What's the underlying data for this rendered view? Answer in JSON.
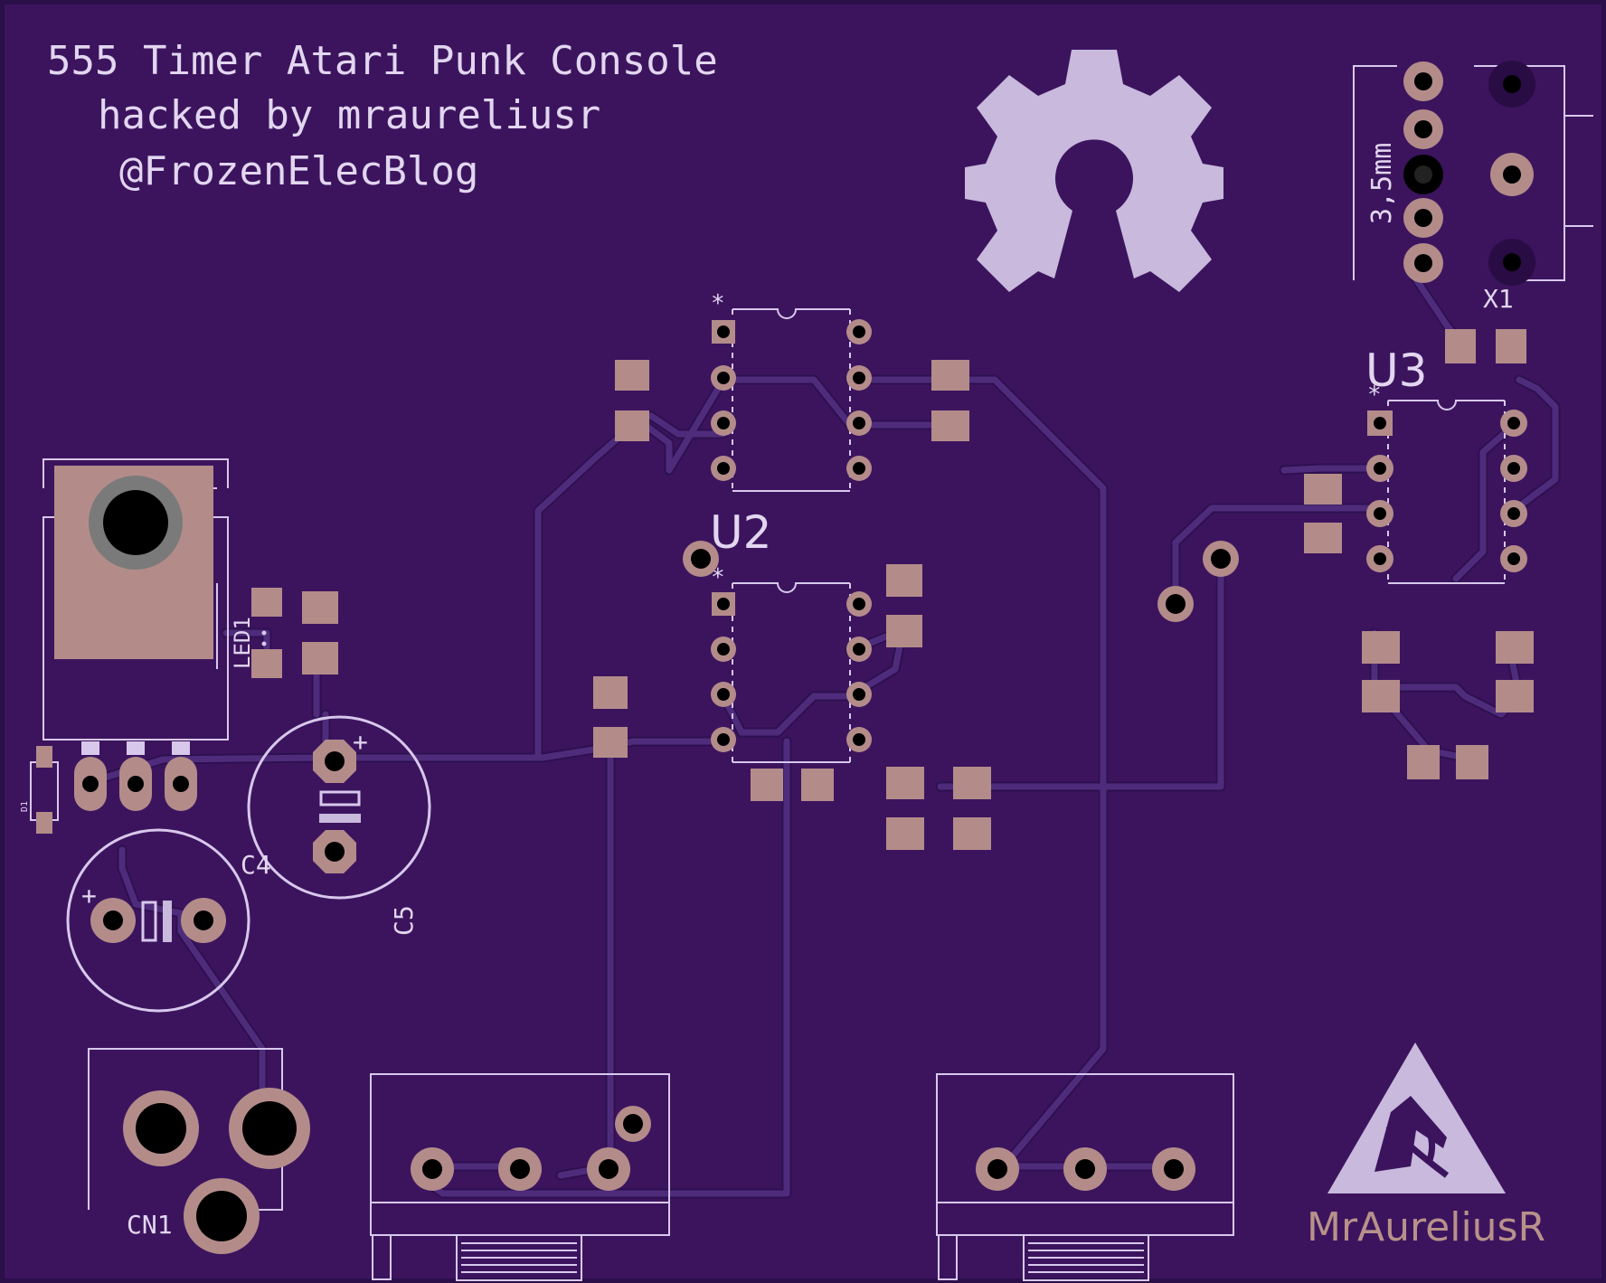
{
  "board": {
    "title_line1": "555 Timer Atari Punk Console",
    "title_line2": "hacked by mraureliusr",
    "title_line3": "@FrozenElecBlog",
    "signature": "MrAureliusR",
    "colors": {
      "soldermask": "#3c145e",
      "silkscreen": "#d8c8ec",
      "copper_pad": "#b38c8a",
      "trace": "#4f2c7b"
    }
  },
  "refs": {
    "u2": "U2",
    "u3": "U3",
    "x1": "X1",
    "jack_size": "3,5mm",
    "c4": "C4",
    "c5": "C5",
    "cn1": "CN1",
    "led1": "LED1",
    "d1": "D1",
    "plus": "+",
    "pin1_mark": "*"
  },
  "logos": {
    "oshw": "open-hardware-gear-icon",
    "esd": "esd-warning-triangle-icon"
  }
}
